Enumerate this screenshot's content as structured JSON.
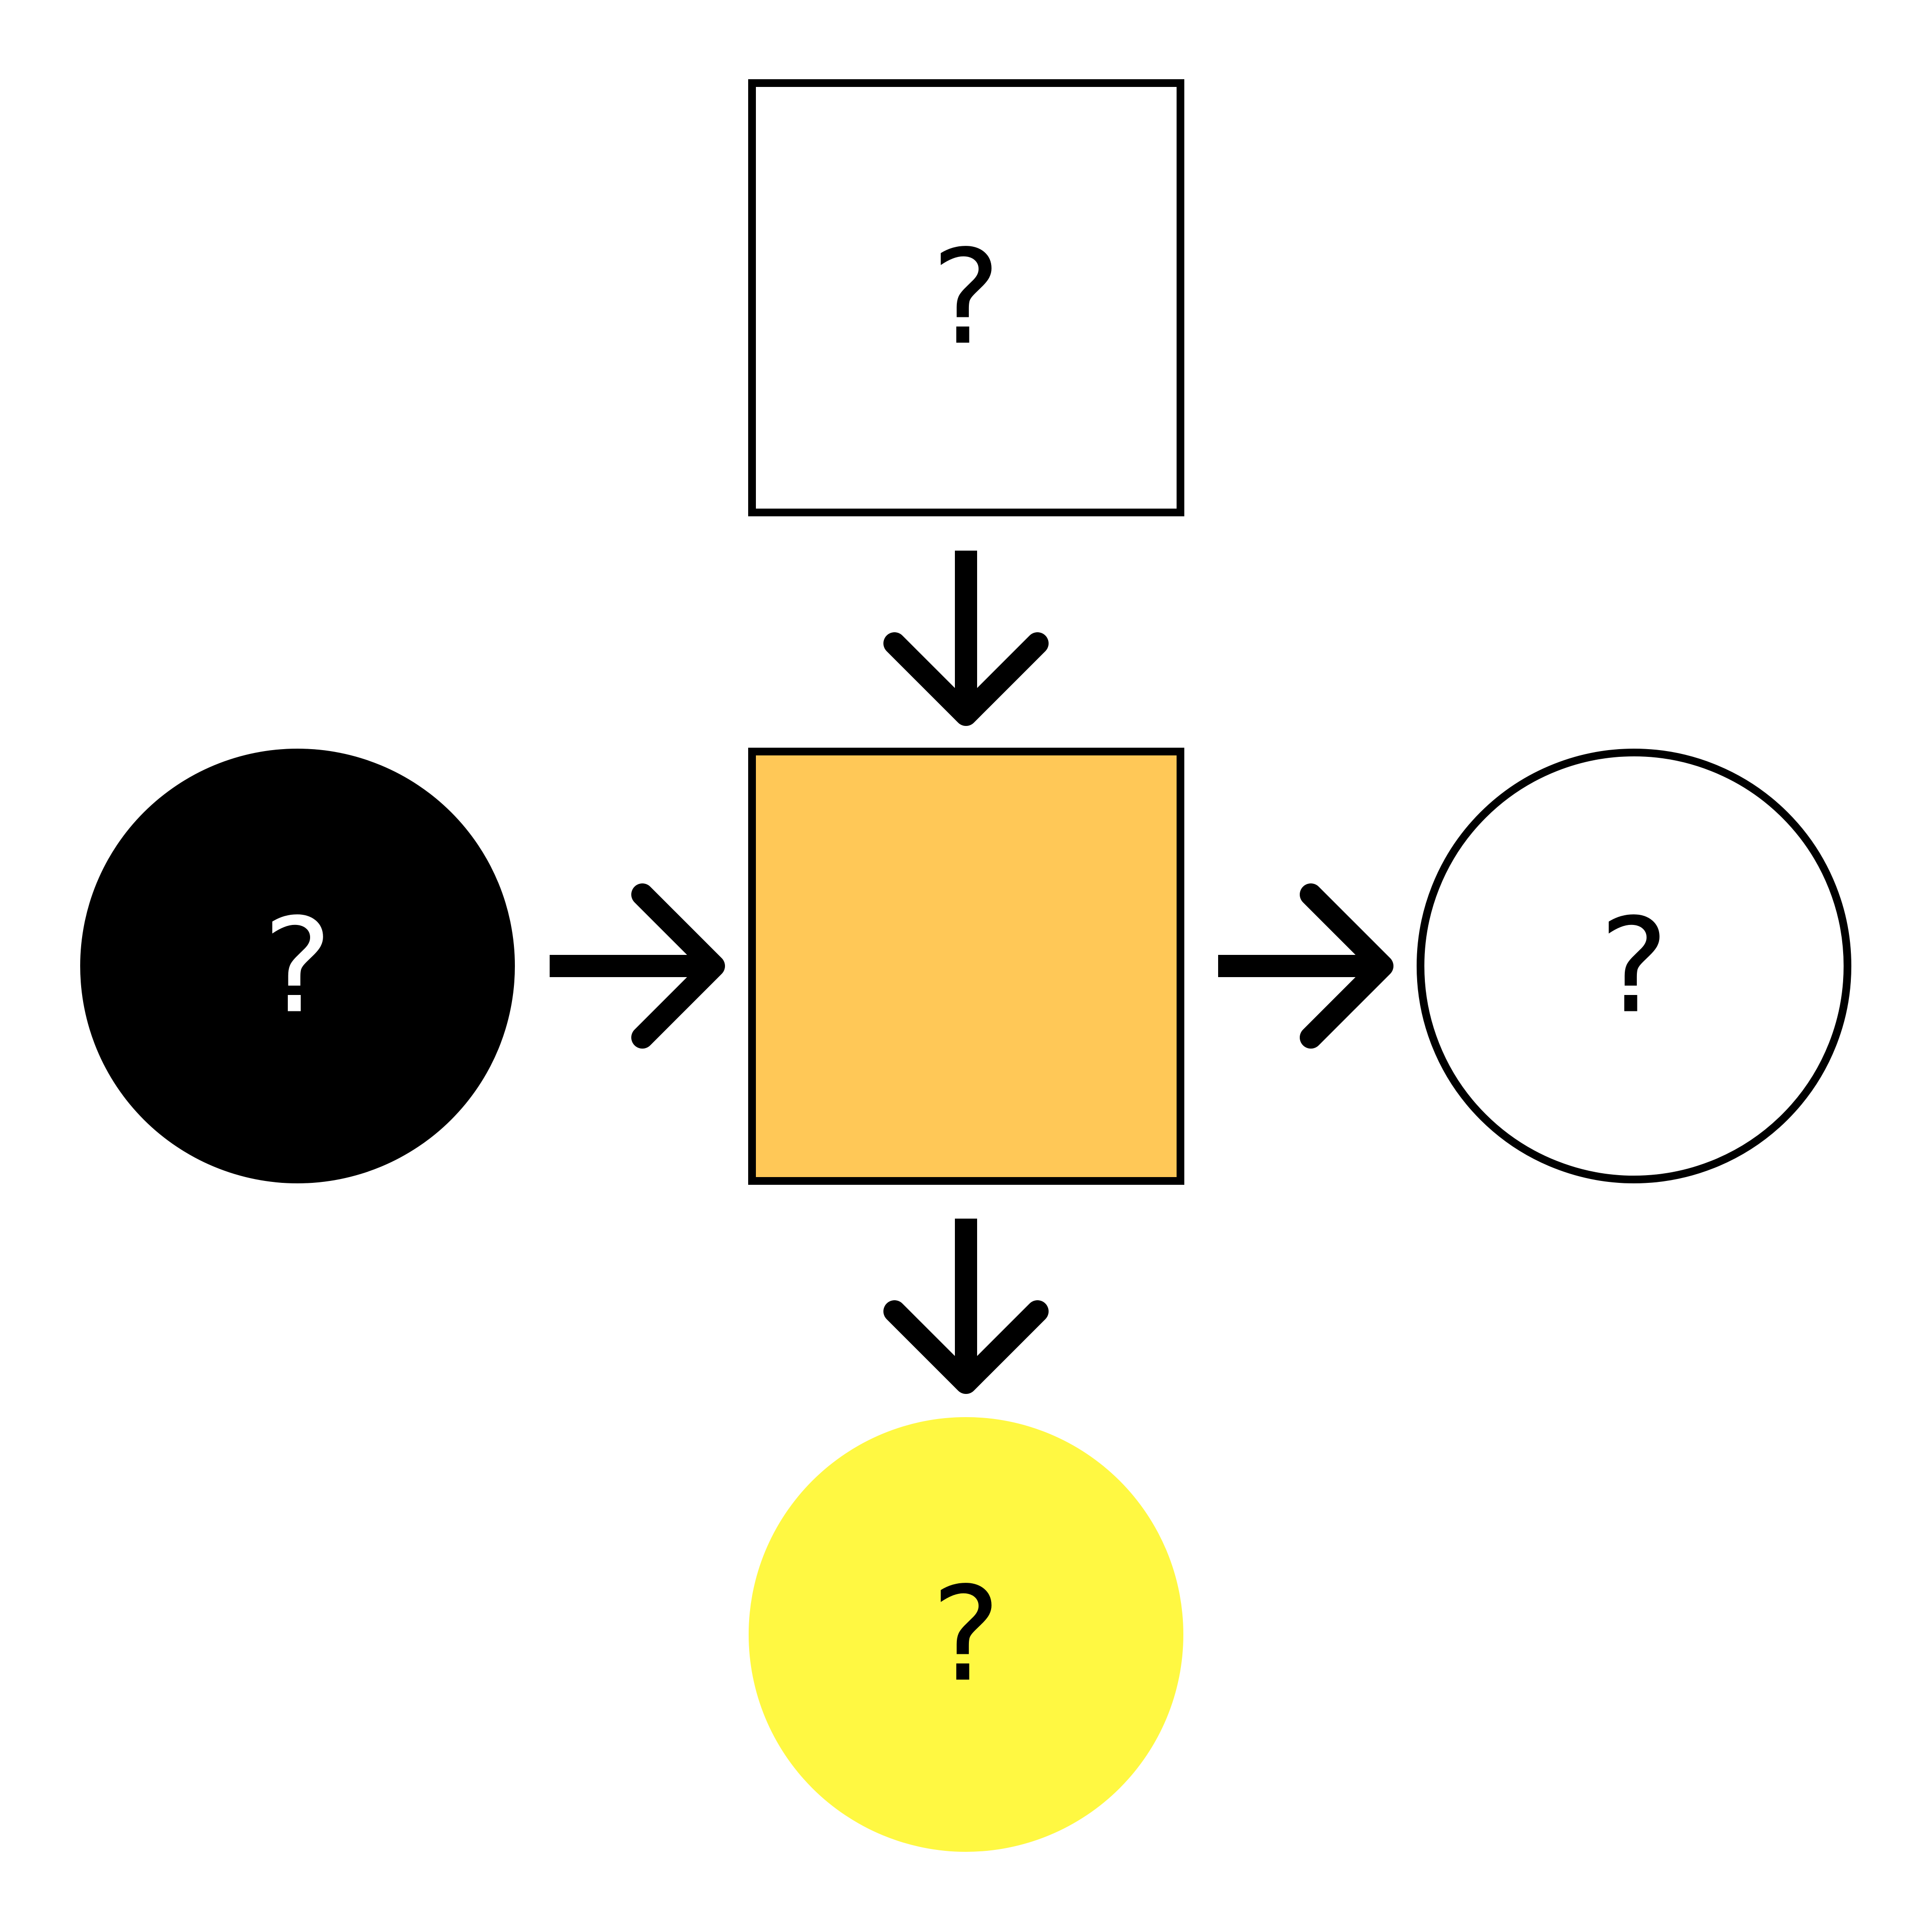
{
  "colors": {
    "background": "#ffffff",
    "stroke": "#000000",
    "center_fill": "#FFC857",
    "top_fill": "#ffffff",
    "left_fill": "#000000",
    "right_fill": "#ffffff",
    "bottom_fill": "#FFF842",
    "dark_text": "#000000",
    "light_text": "#ffffff"
  },
  "nodes": {
    "top": {
      "shape": "square",
      "label": "?"
    },
    "center": {
      "shape": "square",
      "label": ""
    },
    "left": {
      "shape": "circle",
      "label": "?"
    },
    "right": {
      "shape": "circle",
      "label": "?"
    },
    "bottom": {
      "shape": "circle",
      "label": "?"
    }
  },
  "arrows": [
    {
      "from": "top",
      "to": "center"
    },
    {
      "from": "left",
      "to": "center"
    },
    {
      "from": "center",
      "to": "right"
    },
    {
      "from": "center",
      "to": "bottom"
    }
  ]
}
